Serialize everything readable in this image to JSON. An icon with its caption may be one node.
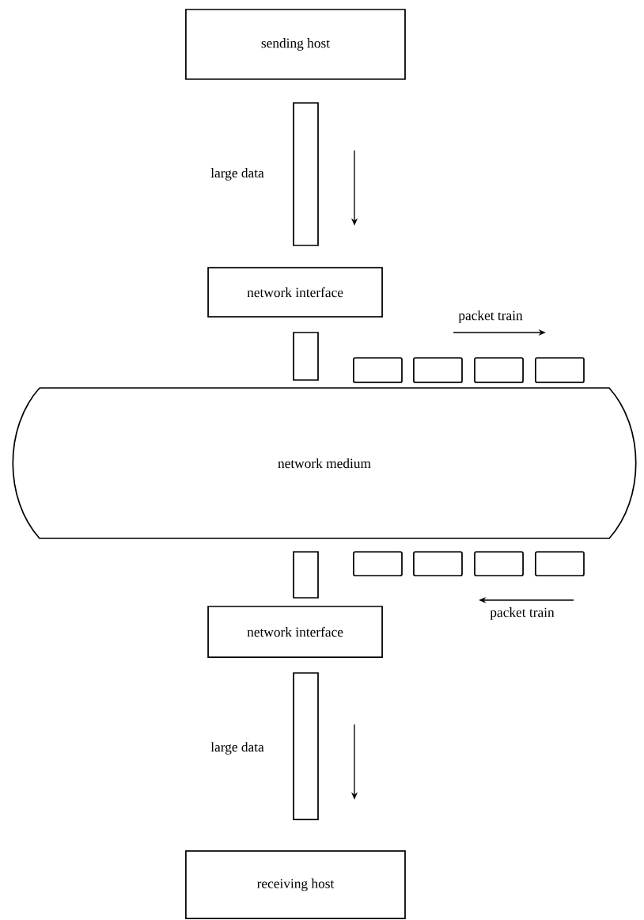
{
  "diagram": {
    "nodes": [
      {
        "text": [
          "sending host"
        ]
      },
      {
        "text": [],
        "shape": "bar",
        "beside": [
          "large data"
        ]
      },
      {
        "text": [
          "network interface"
        ]
      },
      {
        "text": [],
        "shape": "bar"
      },
      {
        "text": [],
        "shape": "box"
      },
      {
        "text": [],
        "shape": "box"
      },
      {
        "text": [],
        "shape": "box"
      },
      {
        "text": [],
        "shape": "box"
      },
      {
        "text": [
          "network medium"
        ]
      },
      {
        "text": [],
        "shape": "bar"
      },
      {
        "text": [],
        "shape": "box"
      },
      {
        "text": [],
        "shape": "box"
      },
      {
        "text": [],
        "shape": "box"
      },
      {
        "text": [],
        "shape": "box"
      },
      {
        "text": [
          "network interface"
        ]
      },
      {
        "text": [],
        "shape": "bar",
        "beside": [
          "large data"
        ]
      },
      {
        "text": [
          "receiving host"
        ]
      }
    ],
    "labels": [
      "packet train",
      "packet train"
    ]
  }
}
